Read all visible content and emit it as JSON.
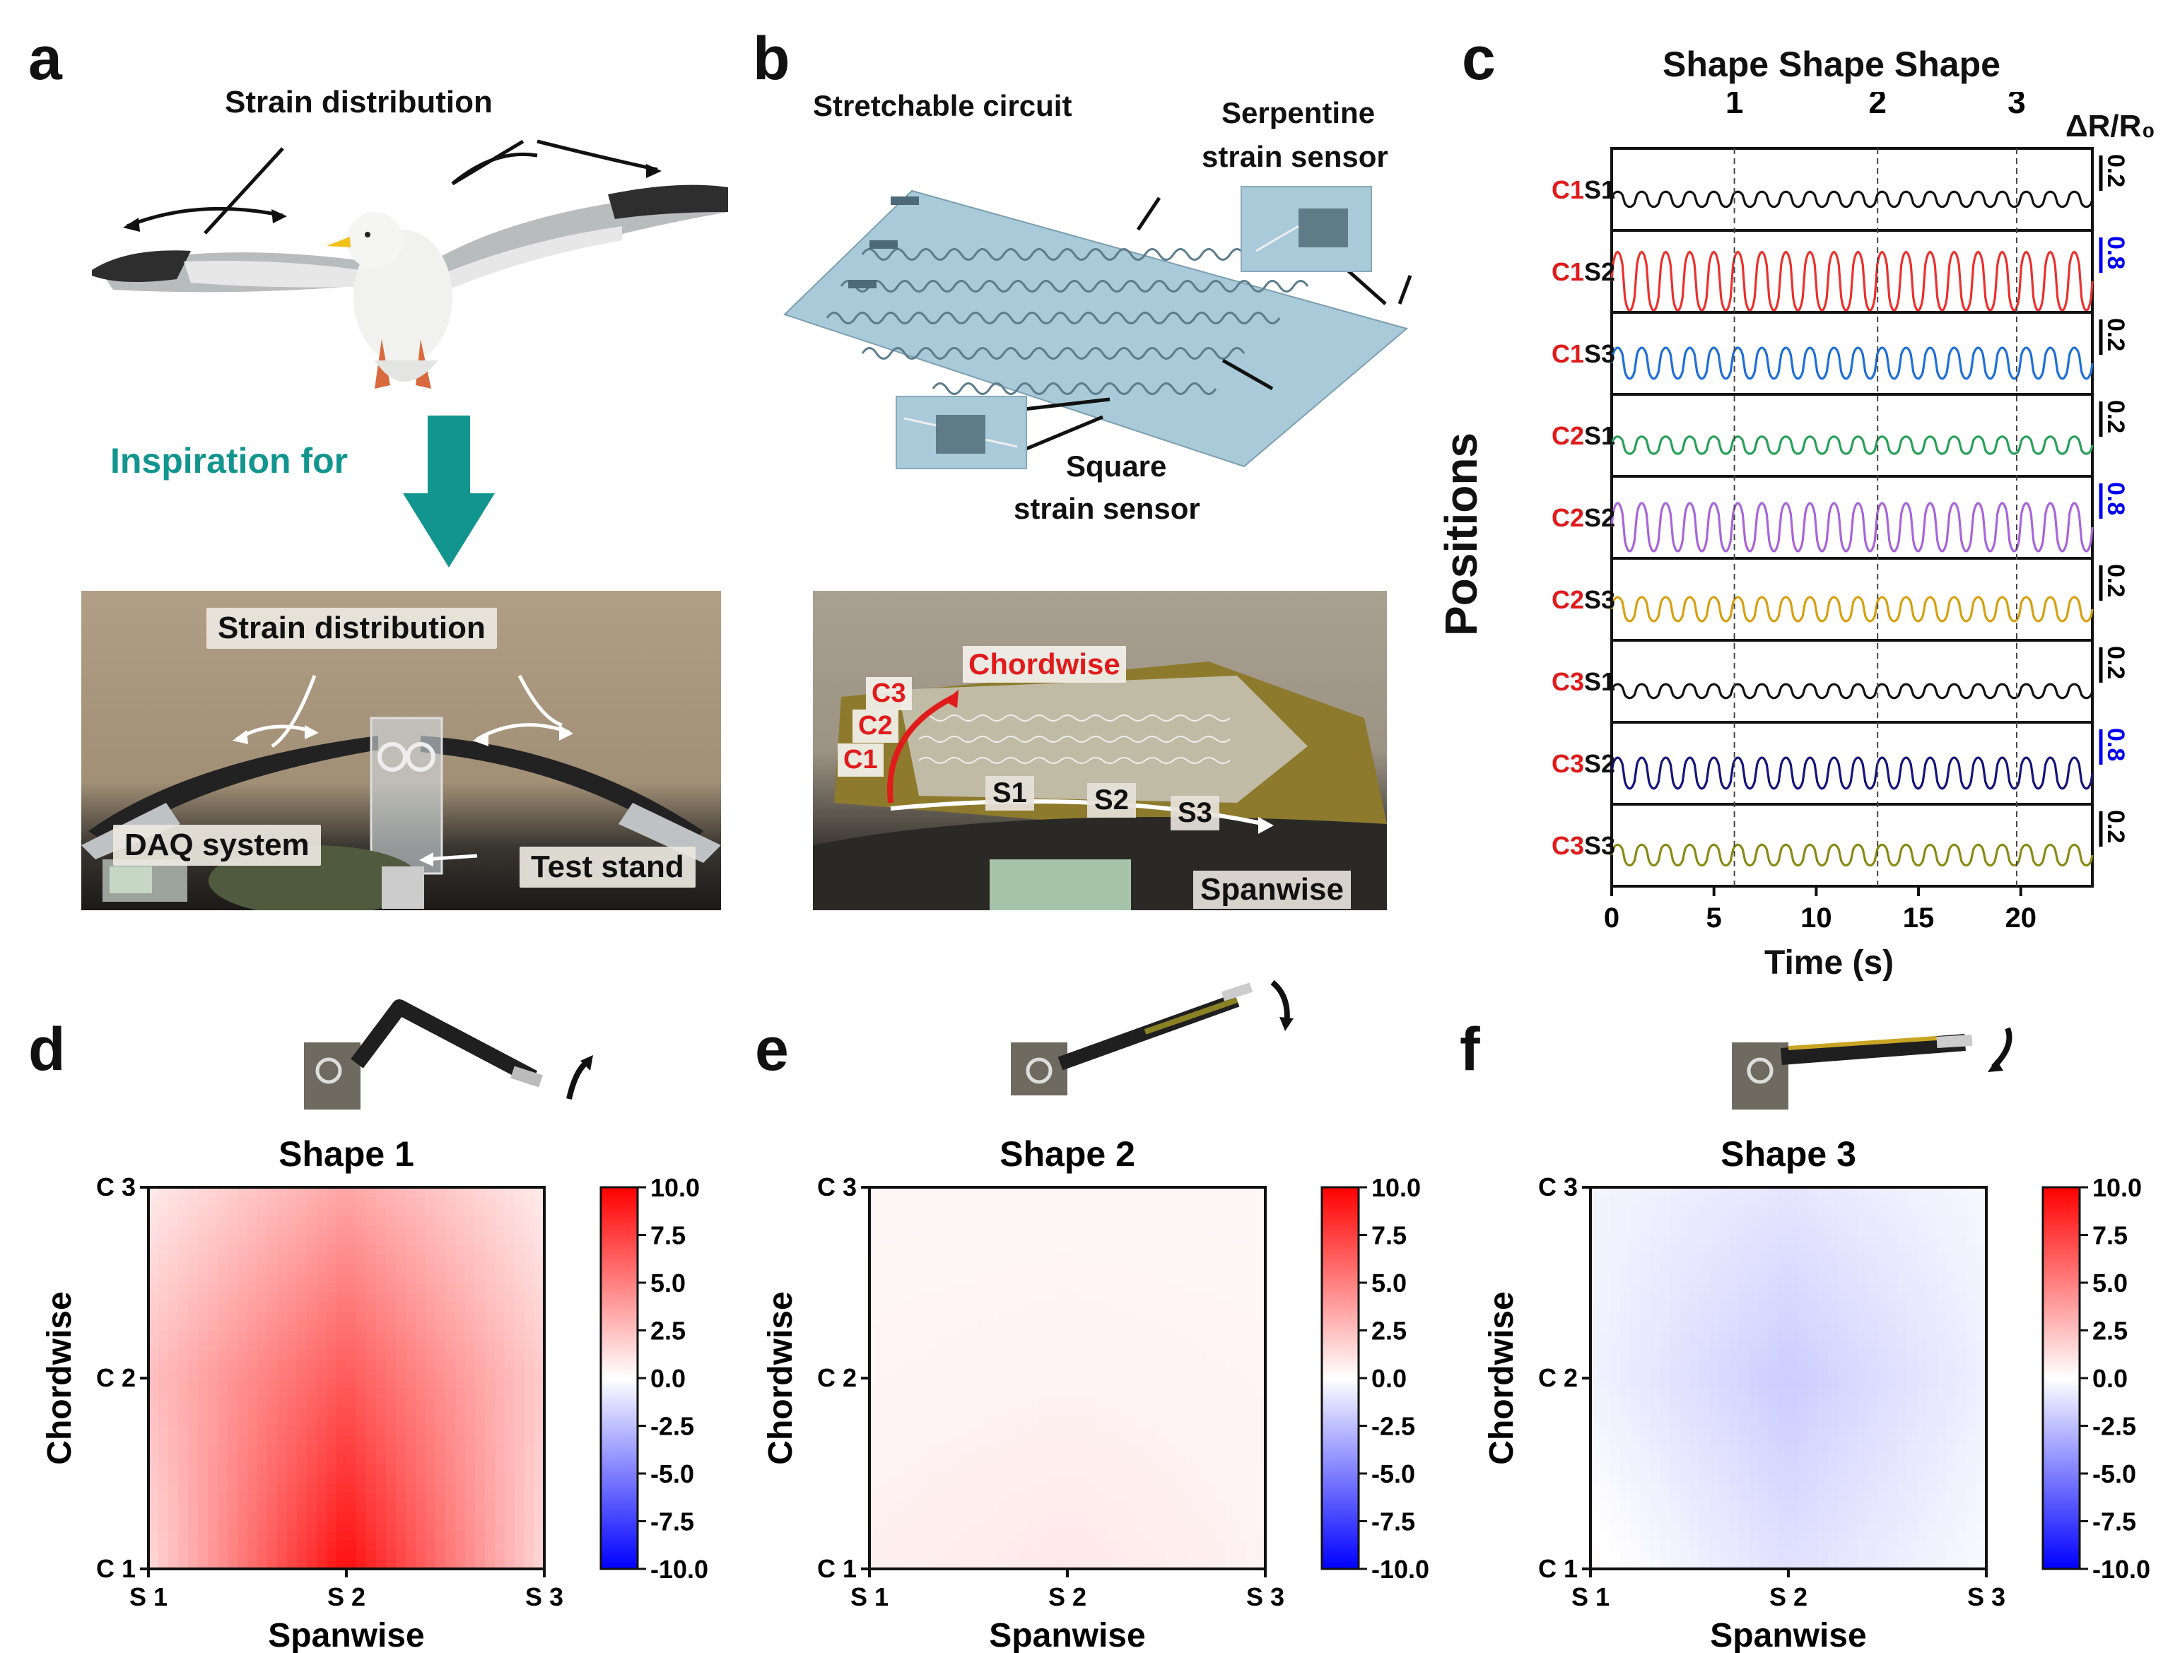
{
  "panels": {
    "a": {
      "letter": "a",
      "top_label": "Strain distribution",
      "arrow_label": "Inspiration for",
      "photo_labels": {
        "strain": "Strain distribution",
        "daq": "DAQ system",
        "stand": "Test stand"
      }
    },
    "b": {
      "letter": "b",
      "stretchable": "Stretchable circuit",
      "serpentine_1": "Serpentine",
      "serpentine_2": "strain sensor",
      "square_1": "Square",
      "square_2": "strain sensor",
      "photo_labels": {
        "chordwise": "Chordwise",
        "c1": "C1",
        "c2": "C2",
        "c3": "C3",
        "s1": "S1",
        "s2": "S2",
        "s3": "S3",
        "spanwise": "Spanwise"
      }
    },
    "c": {
      "letter": "c",
      "shape_header": "Shape Shape Shape",
      "shape_nums": [
        "1",
        "2",
        "3"
      ],
      "ylabel": "Positions",
      "xlabel": "Time (s)",
      "unit": "ΔR/R₀",
      "rows": [
        {
          "c": "C1",
          "s": "S1",
          "scale": "0.2",
          "scale_color": "#000000",
          "color": "#111111",
          "amp": 0.22
        },
        {
          "c": "C1",
          "s": "S2",
          "scale": "0.8",
          "scale_color": "#0000ee",
          "color": "#e8322e",
          "amp": 0.85
        },
        {
          "c": "C1",
          "s": "S3",
          "scale": "0.2",
          "scale_color": "#000000",
          "color": "#1f6fd6",
          "amp": 0.45
        },
        {
          "c": "C2",
          "s": "S1",
          "scale": "0.2",
          "scale_color": "#000000",
          "color": "#2aa05a",
          "amp": 0.25
        },
        {
          "c": "C2",
          "s": "S2",
          "scale": "0.8",
          "scale_color": "#0000ee",
          "color": "#a866d8",
          "amp": 0.7
        },
        {
          "c": "C2",
          "s": "S3",
          "scale": "0.2",
          "scale_color": "#000000",
          "color": "#d6a012",
          "amp": 0.35
        },
        {
          "c": "C3",
          "s": "S1",
          "scale": "0.2",
          "scale_color": "#000000",
          "color": "#111111",
          "amp": 0.2
        },
        {
          "c": "C3",
          "s": "S2",
          "scale": "0.8",
          "scale_color": "#0000ee",
          "color": "#14147a",
          "amp": 0.45
        },
        {
          "c": "C3",
          "s": "S3",
          "scale": "0.2",
          "scale_color": "#000000",
          "color": "#8a8a14",
          "amp": 0.3
        }
      ],
      "chart_data": {
        "type": "line",
        "xlabel": "Time (s)",
        "ylabel": "Positions",
        "xlim": [
          0,
          23.5
        ],
        "x_ticks": [
          0,
          5,
          10,
          15,
          20
        ],
        "shape_markers": [
          6.0,
          13.0,
          19.8
        ],
        "cycles": 20
      }
    },
    "d": {
      "letter": "d",
      "title": "Shape 1",
      "xlabel": "Spanwise",
      "ylabel": "Chordwise"
    },
    "e": {
      "letter": "e",
      "title": "Shape 2",
      "xlabel": "Spanwise",
      "ylabel": "Chordwise"
    },
    "f": {
      "letter": "f",
      "title": "Shape 3",
      "xlabel": "Spanwise",
      "ylabel": "Chordwise"
    }
  },
  "heatmaps": {
    "chart_data": [
      {
        "type": "heatmap",
        "title": "Shape 1",
        "xlabel": "Spanwise",
        "ylabel": "Chordwise",
        "x": [
          "S 1",
          "S 2",
          "S 3"
        ],
        "y": [
          "C 1",
          "C 2",
          "C 3"
        ],
        "z": [
          [
            1.5,
            9.5,
            1.5
          ],
          [
            2.5,
            6.5,
            2.0
          ],
          [
            0.8,
            3.5,
            0.8
          ]
        ],
        "colorbar_range": [
          -10,
          10
        ],
        "colorbar_ticks": [
          "10.0",
          "7.5",
          "5.0",
          "2.5",
          "0.0",
          "-2.5",
          "-5.0",
          "-7.5",
          "-10.0"
        ]
      },
      {
        "type": "heatmap",
        "title": "Shape 2",
        "xlabel": "Spanwise",
        "ylabel": "Chordwise",
        "x": [
          "S 1",
          "S 2",
          "S 3"
        ],
        "y": [
          "C 1",
          "C 2",
          "C 3"
        ],
        "z": [
          [
            0.6,
            0.9,
            0.5
          ],
          [
            0.4,
            0.5,
            0.4
          ],
          [
            0.3,
            0.3,
            0.3
          ]
        ],
        "colorbar_range": [
          -10,
          10
        ],
        "colorbar_ticks": [
          "10.0",
          "7.5",
          "5.0",
          "2.5",
          "0.0",
          "-2.5",
          "-5.0",
          "-7.5",
          "-10.0"
        ]
      },
      {
        "type": "heatmap",
        "title": "Shape 3",
        "xlabel": "Spanwise",
        "ylabel": "Chordwise",
        "x": [
          "S 1",
          "S 2",
          "S 3"
        ],
        "y": [
          "C 1",
          "C 2",
          "C 3"
        ],
        "z": [
          [
            0.2,
            -1.2,
            -0.2
          ],
          [
            -0.5,
            -2.0,
            -0.6
          ],
          [
            -0.4,
            -1.0,
            -0.3
          ]
        ],
        "colorbar_range": [
          -10,
          10
        ],
        "colorbar_ticks": [
          "10.0",
          "7.5",
          "5.0",
          "2.5",
          "0.0",
          "-2.5",
          "-5.0",
          "-7.5",
          "-10.0"
        ]
      }
    ]
  }
}
